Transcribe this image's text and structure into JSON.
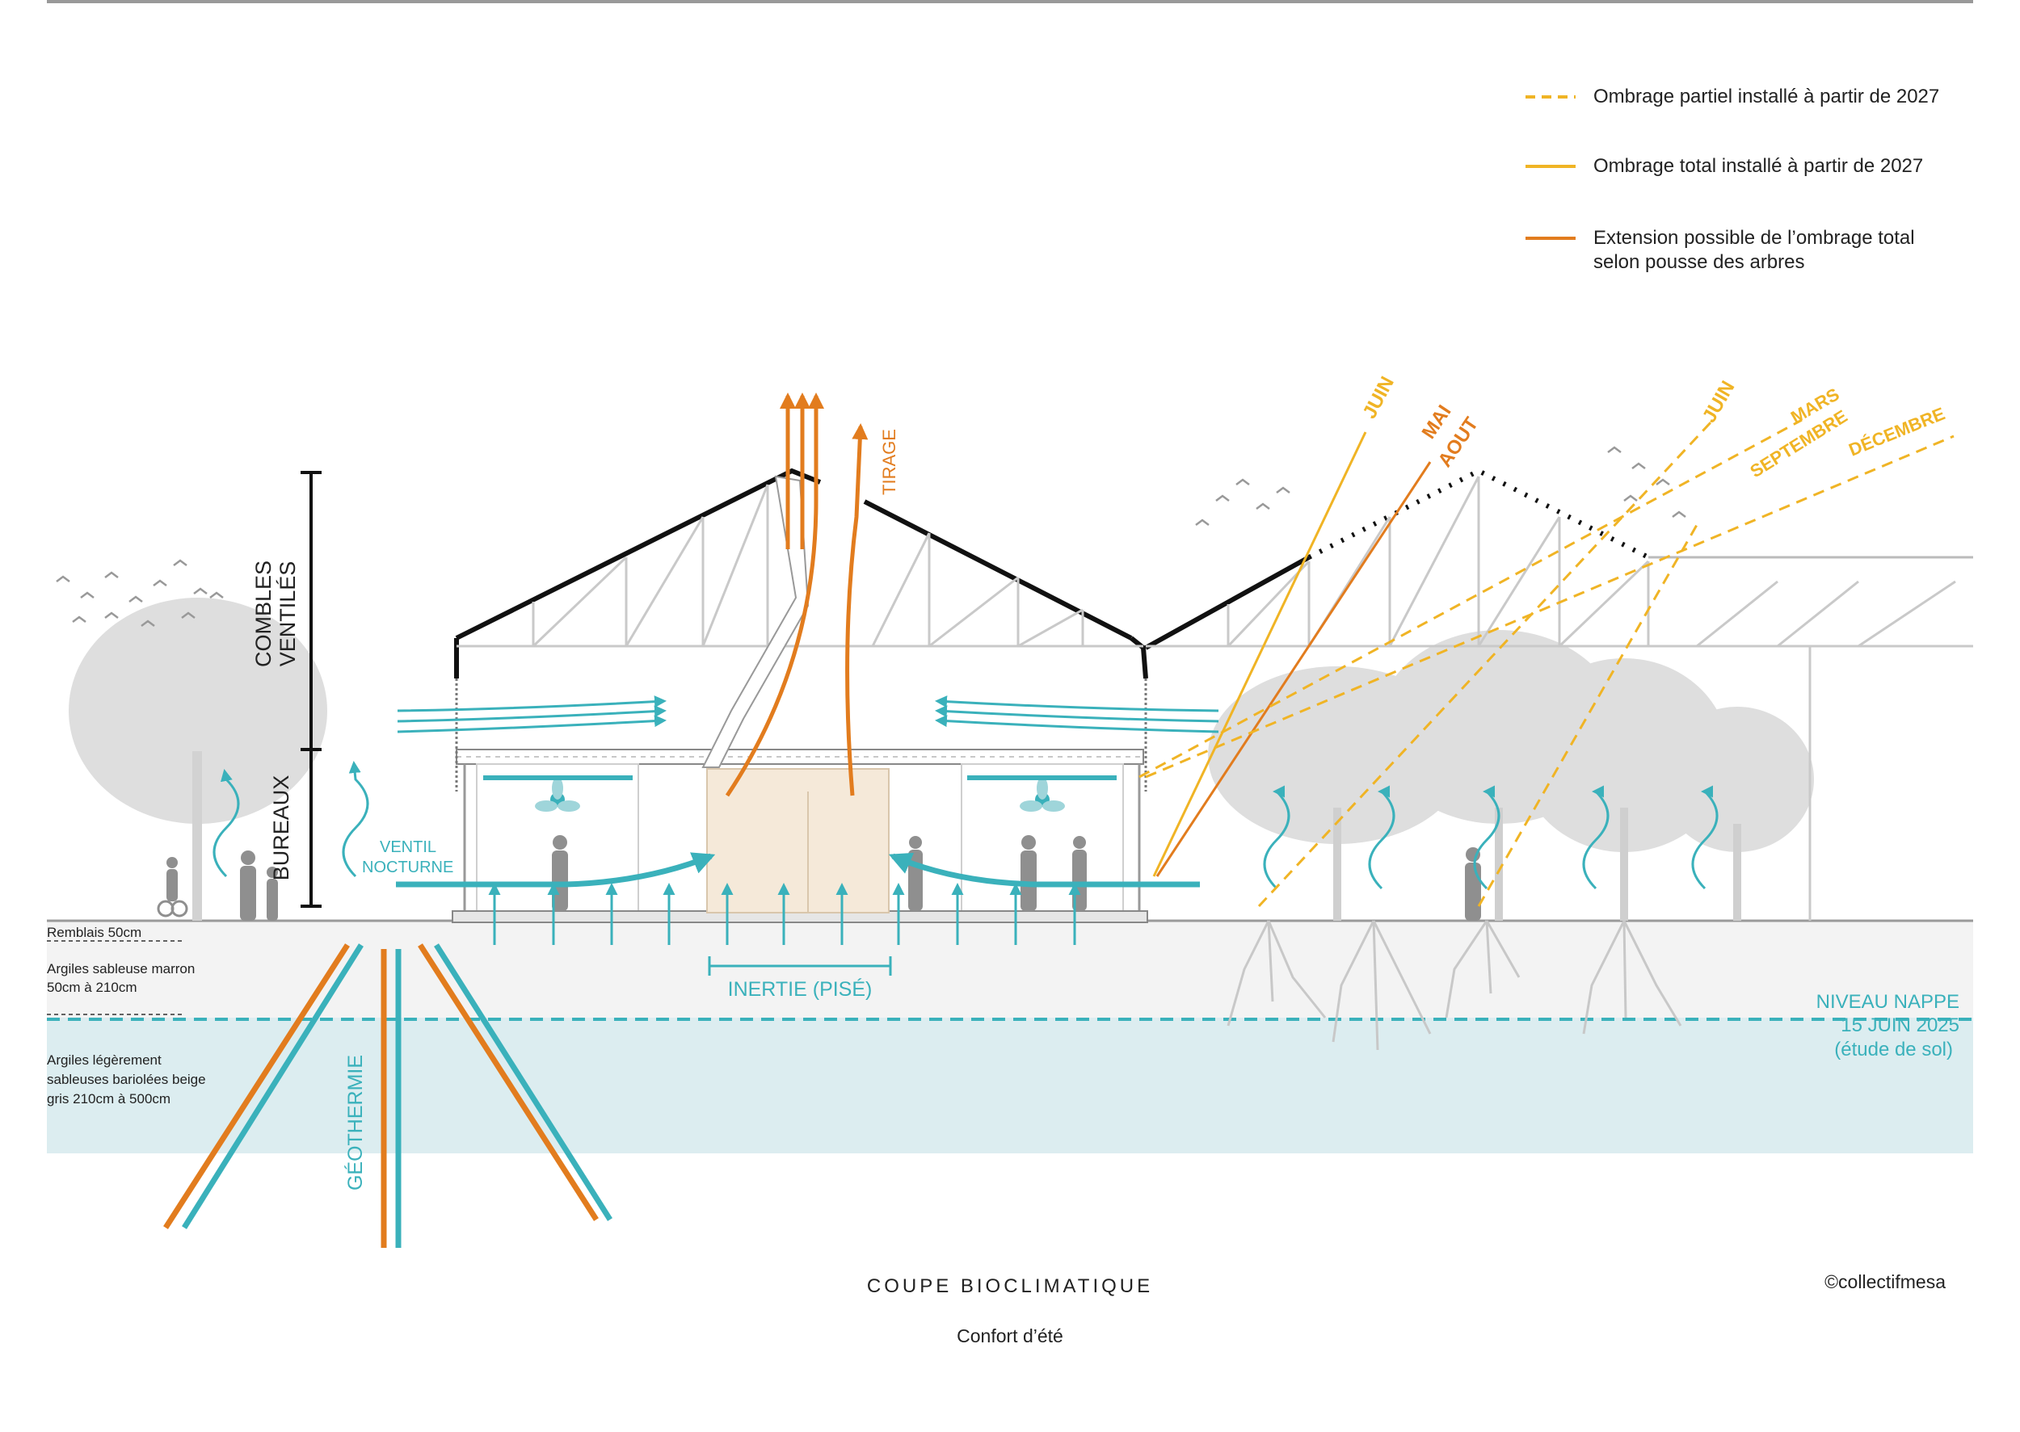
{
  "legend": {
    "partial_shading": "Ombrage partiel installé à partir de 2027",
    "total_shading": "Ombrage total installé à partir de 2027",
    "extension_line1": "Extension possible de l’ombrage total",
    "extension_line2": "selon pousse des arbres"
  },
  "labels": {
    "combles_line1": "COMBLES",
    "combles_line2": "VENTILÉS",
    "bureaux": "BUREAUX",
    "tirage": "TIRAGE",
    "ventil_line1": "VENTIL",
    "ventil_line2": "NOCTURNE",
    "inertie": "INERTIE (PISÉ)",
    "geothermie": "GÉOTHERMIE",
    "nappe_line1": "NIVEAU NAPPE",
    "nappe_line2": "15 JUIN 2025",
    "nappe_line3": "(étude de sol)",
    "sun_juin_left": "JUIN",
    "sun_mai": "MAI",
    "sun_aout": "AOUT",
    "sun_juin_right": "JUIN",
    "sun_mars": "MARS",
    "sun_septembre": "SEPTEMBRE",
    "sun_decembre": "DÉCEMBRE"
  },
  "soil": {
    "layer1": "Remblais 50cm",
    "layer2_line1": "Argiles sableuse marron",
    "layer2_line2": "50cm à 210cm",
    "layer3_line1": "Argiles légèrement",
    "layer3_line2": "sableuses bariolées beige",
    "layer3_line3": "gris 210cm à 500cm"
  },
  "title": "COUPE BIOCLIMATIQUE",
  "subtitle": "Confort d’été",
  "credit": "©collectifmesa",
  "colors": {
    "teal": "#3ab1bb",
    "orange": "#e27c1e",
    "gold": "#f0b425",
    "groundwater": "#dcedf0"
  }
}
